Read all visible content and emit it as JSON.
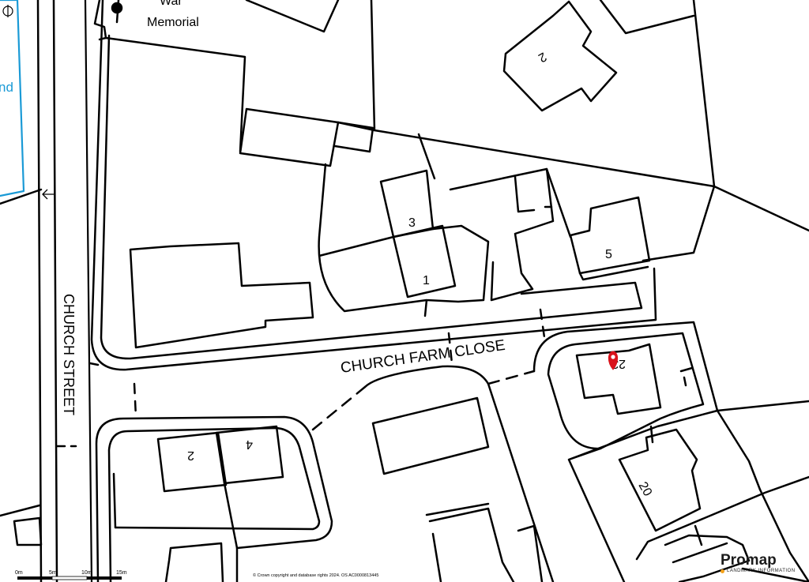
{
  "map": {
    "labels": {
      "war": "War",
      "memorial": "Memorial",
      "partial_blue": "nd",
      "street_main": "CHURCH STREET",
      "street_close": "CHURCH FARM CLOSE",
      "house_3": "3",
      "house_1": "1",
      "house_5": "5",
      "house_2_top": "2",
      "house_23": "23",
      "house_20": "20",
      "house_2_bottom": "2",
      "house_4": "4"
    },
    "marker_color": "#d9121b",
    "boundary_color": "#1a9ad6"
  },
  "scale_bar": {
    "ticks": [
      "0m",
      "5m",
      "10m",
      "15m"
    ]
  },
  "footer": {
    "copyright": "© Crown copyright and database rights 2024. OS AC0000813445"
  },
  "brand": {
    "name": "Promap",
    "tagline": "LANDMARK INFORMATION",
    "dot_color": "#f4a21a"
  }
}
